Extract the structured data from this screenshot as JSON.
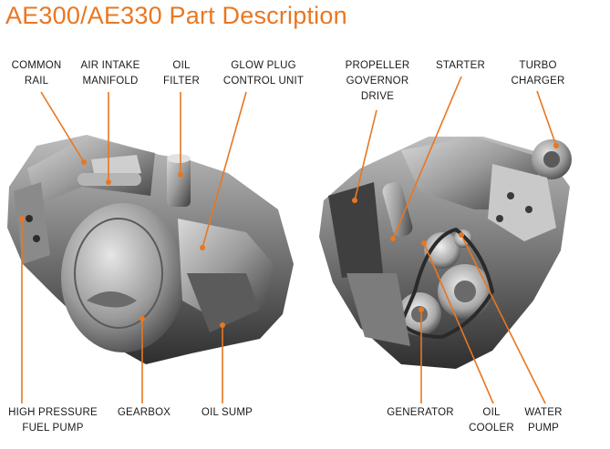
{
  "title": "AE300/AE330 Part Description",
  "colors": {
    "accent": "#e87722",
    "label_text": "#1a1a1a",
    "background": "#ffffff"
  },
  "labels": {
    "common_rail": "COMMON\nRAIL",
    "air_intake_manifold": "AIR INTAKE\nMANIFOLD",
    "oil_filter": "OIL\nFILTER",
    "glow_plug_control_unit": "GLOW PLUG\nCONTROL UNIT",
    "propeller_governor_drive": "PROPELLER\nGOVERNOR\nDRIVE",
    "starter": "STARTER",
    "turbo_charger": "TURBO\nCHARGER",
    "high_pressure_fuel_pump": "HIGH PRESSURE\nFUEL PUMP",
    "gearbox": "GEARBOX",
    "oil_sump": "OIL SUMP",
    "generator": "GENERATOR",
    "oil_cooler": "OIL\nCOOLER",
    "water_pump": "WATER\nPUMP"
  }
}
